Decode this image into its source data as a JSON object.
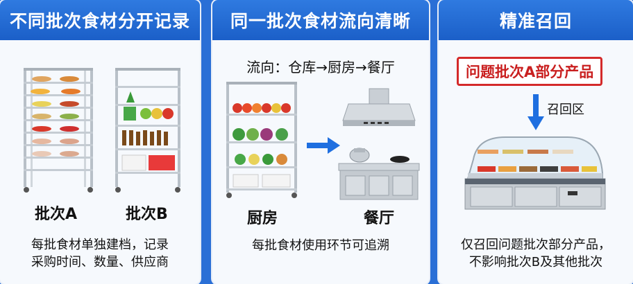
{
  "panels": {
    "separate": {
      "title": "不同批次食材分开记录",
      "rack_a_label": "批次A",
      "rack_b_label": "批次B",
      "description_line1": "每批食材单独建档，记录",
      "description_line2": "采购时间、数量、供应商"
    },
    "flow": {
      "title": "同一批次食材流向清晰",
      "flow_text": "流向：仓库→厨房→餐厅",
      "kitchen_label": "厨房",
      "restaurant_label": "餐厅",
      "description": "每批食材使用环节可追溯"
    },
    "recall": {
      "title": "精准召回",
      "problem_box": "问题批次A部分产品",
      "recall_zone": "召回区",
      "description_line1": "仅召回问题批次部分产品，",
      "description_line2": "不影响批次B及其他批次"
    }
  },
  "colors": {
    "header_blue": "#1b5fc8",
    "background_blue": "#2a6fd6",
    "arrow_blue": "#1f6fe0",
    "alert_red": "#d42a2a"
  },
  "icons": [
    "shelf-rack-icon",
    "range-hood-icon",
    "stove-icon",
    "arrow-right-icon",
    "arrow-down-icon",
    "display-counter-icon"
  ]
}
